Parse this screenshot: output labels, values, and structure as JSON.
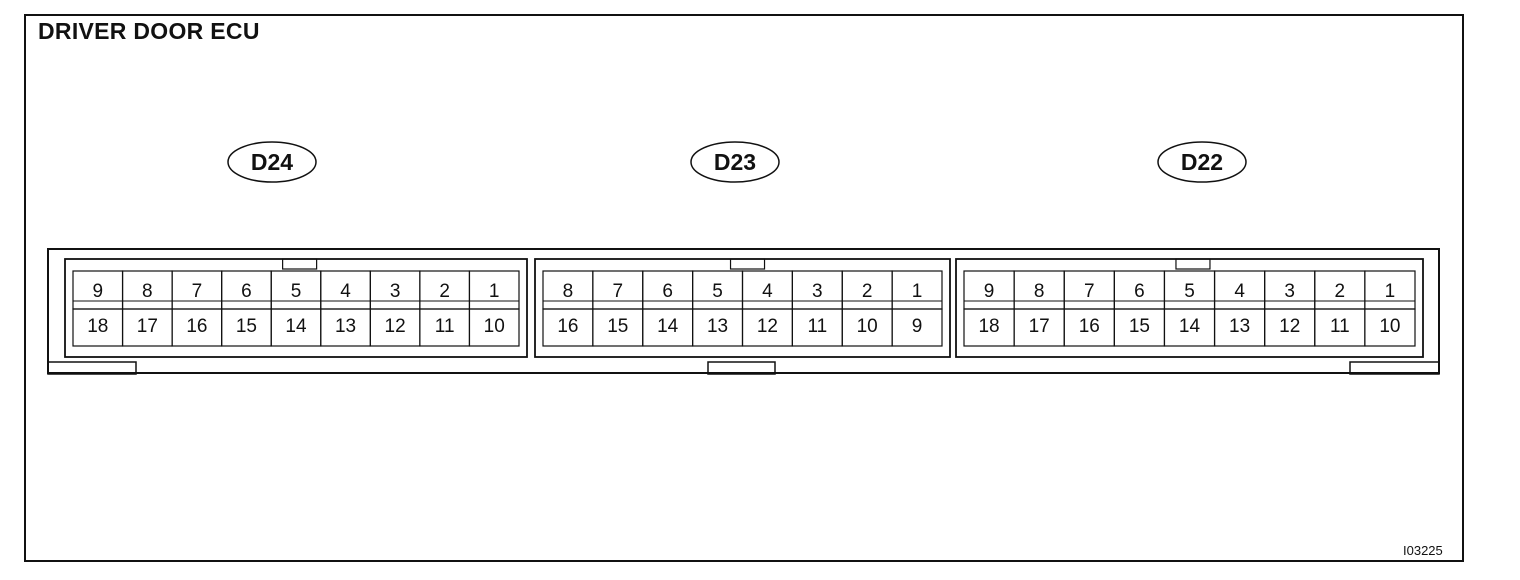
{
  "title": "DRIVER DOOR ECU",
  "figure_ref": "I03225",
  "connectors": [
    {
      "label": "D24",
      "top_row": [
        "9",
        "8",
        "7",
        "6",
        "5",
        "4",
        "3",
        "2",
        "1"
      ],
      "bottom_row": [
        "18",
        "17",
        "16",
        "15",
        "14",
        "13",
        "12",
        "11",
        "10"
      ]
    },
    {
      "label": "D23",
      "top_row": [
        "8",
        "7",
        "6",
        "5",
        "4",
        "3",
        "2",
        "1"
      ],
      "bottom_row": [
        "16",
        "15",
        "14",
        "13",
        "12",
        "11",
        "10",
        "9"
      ]
    },
    {
      "label": "D22",
      "top_row": [
        "9",
        "8",
        "7",
        "6",
        "5",
        "4",
        "3",
        "2",
        "1"
      ],
      "bottom_row": [
        "18",
        "17",
        "16",
        "15",
        "14",
        "13",
        "12",
        "11",
        "10"
      ]
    }
  ]
}
